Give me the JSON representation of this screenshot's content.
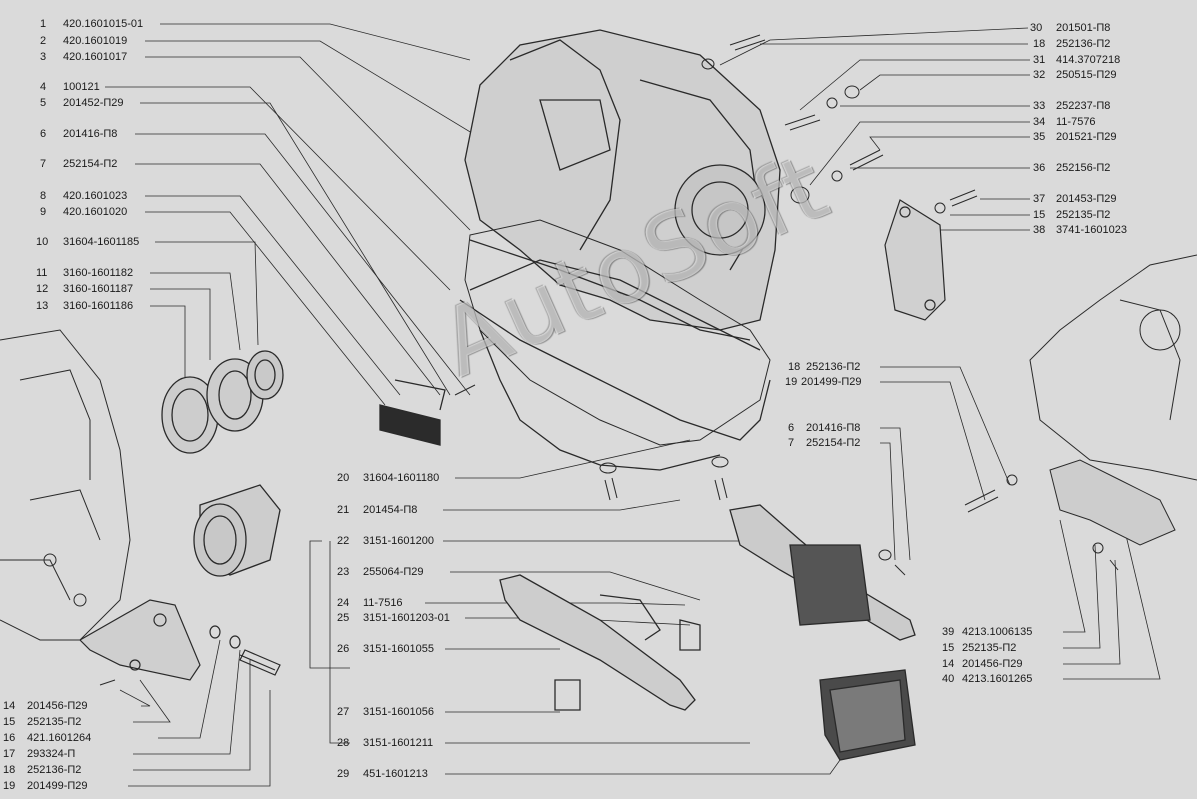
{
  "watermark": "AutoSoft",
  "callouts": [
    {
      "num": "1",
      "code": "420.1601015-01"
    },
    {
      "num": "2",
      "code": "420.1601019"
    },
    {
      "num": "3",
      "code": "420.1601017"
    },
    {
      "num": "4",
      "code": "100121"
    },
    {
      "num": "5",
      "code": "201452-П29"
    },
    {
      "num": "6",
      "code": "201416-П8"
    },
    {
      "num": "7",
      "code": "252154-П2"
    },
    {
      "num": "8",
      "code": "420.1601023"
    },
    {
      "num": "9",
      "code": "420.1601020"
    },
    {
      "num": "10",
      "code": "31604-1601185"
    },
    {
      "num": "11",
      "code": "3160-1601182"
    },
    {
      "num": "12",
      "code": "3160-1601187"
    },
    {
      "num": "13",
      "code": "3160-1601186"
    },
    {
      "num": "14",
      "code": "201456-П29"
    },
    {
      "num": "15",
      "code": "252135-П2"
    },
    {
      "num": "16",
      "code": "421.1601264"
    },
    {
      "num": "17",
      "code": "293324-П"
    },
    {
      "num": "18",
      "code": "252136-П2"
    },
    {
      "num": "19",
      "code": "201499-П29"
    },
    {
      "num": "20",
      "code": "31604-1601180"
    },
    {
      "num": "21",
      "code": "201454-П8"
    },
    {
      "num": "22",
      "code": "3151-1601200"
    },
    {
      "num": "23",
      "code": "255064-П29"
    },
    {
      "num": "24",
      "code": "11-7516"
    },
    {
      "num": "25",
      "code": "3151-1601203-01"
    },
    {
      "num": "26",
      "code": "3151-1601055"
    },
    {
      "num": "27",
      "code": "3151-1601056"
    },
    {
      "num": "28",
      "code": "3151-1601211"
    },
    {
      "num": "29",
      "code": "451-1601213"
    },
    {
      "num": "30",
      "code": "201501-П8"
    },
    {
      "num": "18",
      "code": "252136-П2"
    },
    {
      "num": "31",
      "code": "414.3707218"
    },
    {
      "num": "32",
      "code": "250515-П29"
    },
    {
      "num": "33",
      "code": "252237-П8"
    },
    {
      "num": "34",
      "code": "11-7576"
    },
    {
      "num": "35",
      "code": "201521-П29"
    },
    {
      "num": "36",
      "code": "252156-П2"
    },
    {
      "num": "37",
      "code": "201453-П29"
    },
    {
      "num": "15",
      "code": "252135-П2"
    },
    {
      "num": "38",
      "code": "3741-1601023"
    },
    {
      "num": "18",
      "code": "252136-П2"
    },
    {
      "num": "19",
      "code": "201499-П29"
    },
    {
      "num": "6",
      "code": "201416-П8"
    },
    {
      "num": "7",
      "code": "252154-П2"
    },
    {
      "num": "39",
      "code": "4213.1006135"
    },
    {
      "num": "15",
      "code": "252135-П2"
    },
    {
      "num": "14",
      "code": "201456-П29"
    },
    {
      "num": "40",
      "code": "4213.1601265"
    }
  ]
}
